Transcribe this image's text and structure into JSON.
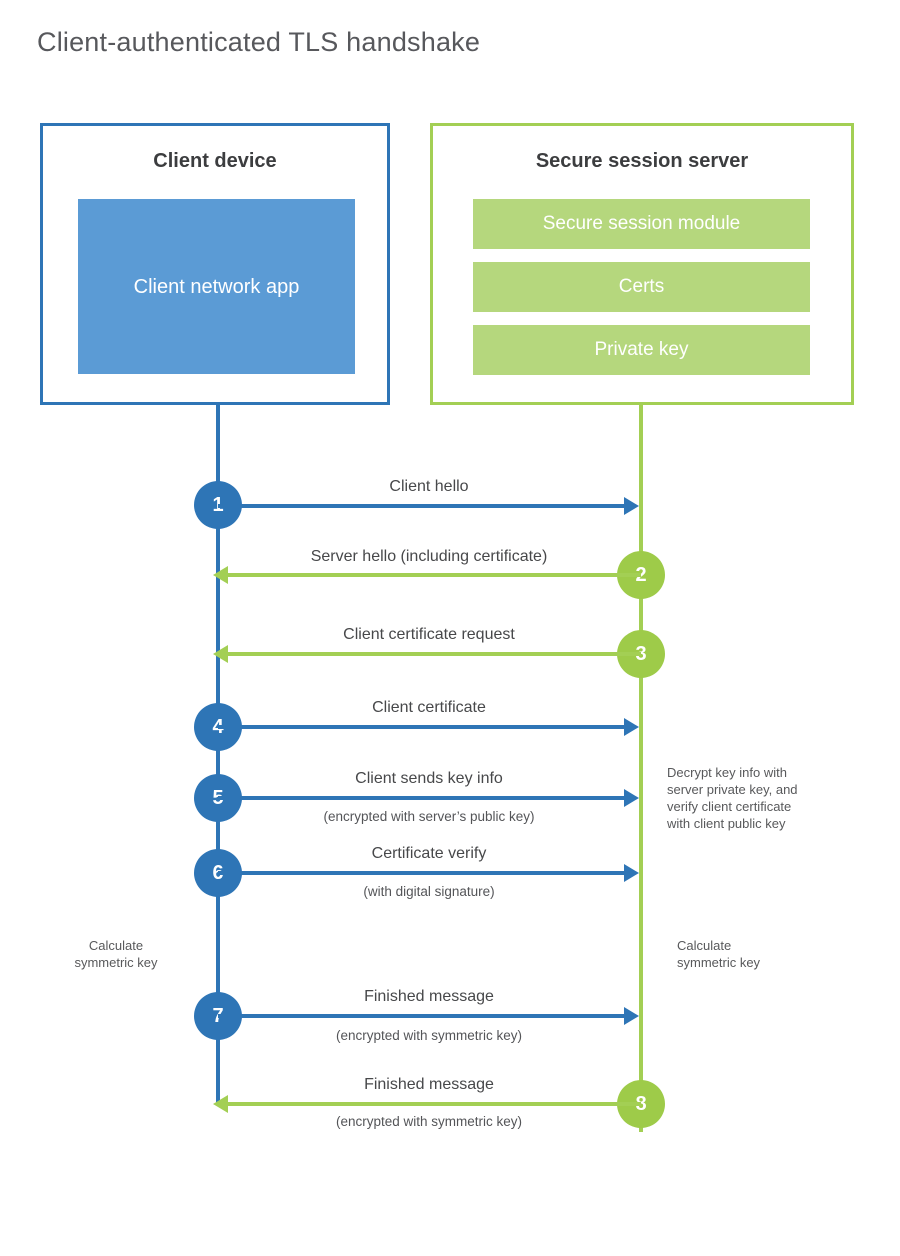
{
  "title": "Client-authenticated TLS handshake",
  "colors": {
    "blue": "#2e75b6",
    "blue_light": "#5b9bd5",
    "green": "#a3cf54",
    "green_light": "#b5d77d"
  },
  "client": {
    "title": "Client device",
    "app": "Client network app"
  },
  "server": {
    "title": "Secure session server",
    "modules": [
      "Secure session module",
      "Certs",
      "Private key"
    ]
  },
  "steps": [
    {
      "number": "1",
      "from": "client",
      "to": "server",
      "label": "Client hello",
      "sublabel": ""
    },
    {
      "number": "2",
      "from": "server",
      "to": "client",
      "label": "Server hello (including certificate)",
      "sublabel": ""
    },
    {
      "number": "3",
      "from": "server",
      "to": "client",
      "label": "Client certificate request",
      "sublabel": ""
    },
    {
      "number": "4",
      "from": "client",
      "to": "server",
      "label": "Client certificate",
      "sublabel": ""
    },
    {
      "number": "5",
      "from": "client",
      "to": "server",
      "label": "Client sends key info",
      "sublabel": "(encrypted with server’s public key)"
    },
    {
      "number": "6",
      "from": "client",
      "to": "server",
      "label": "Certificate verify",
      "sublabel": "(with digital signature)"
    },
    {
      "number": "7",
      "from": "client",
      "to": "server",
      "label": "Finished message",
      "sublabel": "(encrypted with symmetric key)"
    },
    {
      "number": "8",
      "from": "server",
      "to": "client",
      "label": "Finished message",
      "sublabel": "(encrypted with symmetric key)"
    }
  ],
  "notes": {
    "decrypt": "Decrypt key info with\nserver private key, and\nverify client certificate\nwith client public key",
    "calc_left": "Calculate\nsymmetric key",
    "calc_right": "Calculate\nsymmetric key"
  }
}
